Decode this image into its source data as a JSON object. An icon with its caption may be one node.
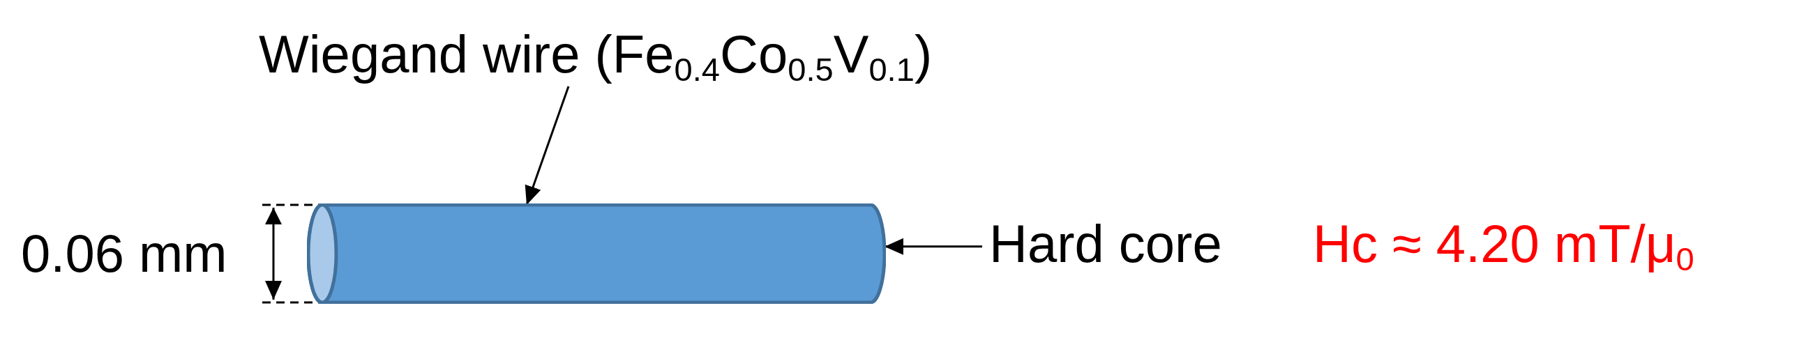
{
  "diagram": {
    "nodes": [
      {
        "text": [
          "Wiegand wire (Fe$_{0.4}$Co$_{0.5}$V$_{0.1}$)"
        ]
      },
      {
        "text": [],
        "shape": "cylinder"
      },
      {
        "text": [
          "Hard core"
        ]
      }
    ],
    "edges": [
      {
        "from": 0,
        "to": 1,
        "arrow": "to"
      },
      {
        "from": 2,
        "to": 1,
        "arrow": "to"
      }
    ],
    "labels": [
      "0.06 mm",
      "Hc ≈ 4.20 mT/μ$_{0}$"
    ]
  }
}
